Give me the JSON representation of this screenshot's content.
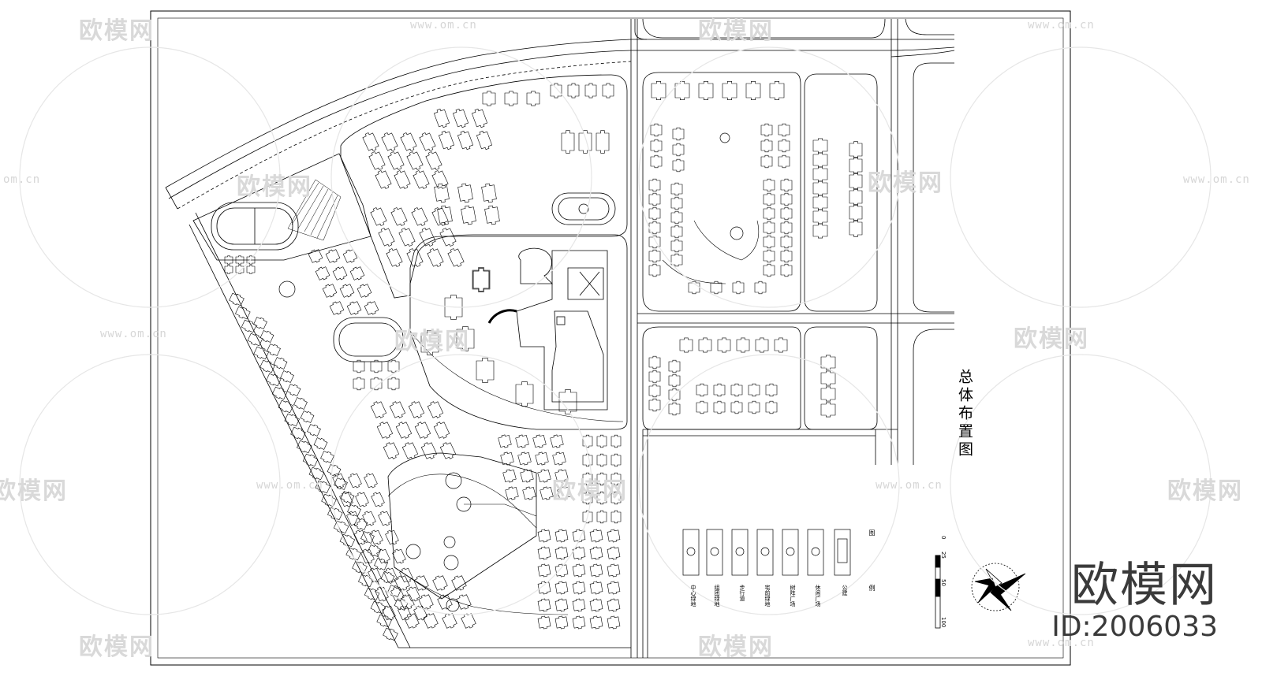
{
  "plan": {
    "title": "总体布置图",
    "legend_labels": [
      "中心绿地",
      "组团绿地",
      "步行道",
      "宅前绿地",
      "树阵广场",
      "休闲广场",
      "公建"
    ],
    "legend_side_marks": [
      "图",
      "例"
    ],
    "scale_labels": [
      "0",
      "25",
      "50",
      "100"
    ]
  },
  "watermarks": {
    "logo_text": "欧模网",
    "url_text": "www.om.cn",
    "url_partial": "om.cn"
  },
  "brand": {
    "name": "欧模网",
    "id": "ID:2006033"
  },
  "colors": {
    "line": "#000000",
    "watermark": "#d9d9d9",
    "brand": "#3a3a3a"
  }
}
